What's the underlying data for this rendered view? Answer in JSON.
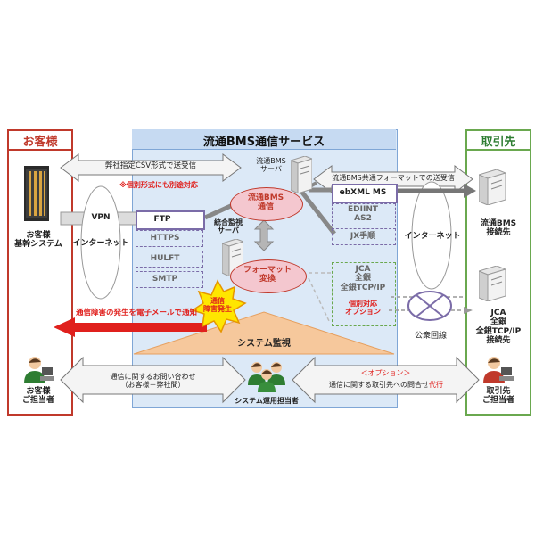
{
  "left_panel": {
    "title": "お客様",
    "system_label": "お客様\n基幹システム",
    "person_label": "お客様\nご担当者"
  },
  "center_panel": {
    "title": "流通BMS通信サービス"
  },
  "right_panel": {
    "title": "取引先",
    "server1_label": "流通BMS\n接続先",
    "server2_label": "JCA\n全銀\n全銀TCP/IP\n接続先",
    "person_label": "取引先\nご担当者"
  },
  "arrows": {
    "top_left": "弊社指定CSV形式で送受信",
    "top_left_note": "※個別形式にも別途対応",
    "top_right": "流通BMS共通フォーマットでの送受信",
    "bottom_left": "通信に関するお問い合わせ\n（お客様－弊社間）",
    "bottom_right_option": "＜オプション＞",
    "bottom_right_main": "通信に関する取引先への問合せ",
    "bottom_right_highlight": "代行",
    "email_notice": "通信障害の発生を電子メールで通知"
  },
  "network": {
    "vpn": "VPN",
    "internet_left": "インターネット",
    "internet_right": "インターネット",
    "public_line": "公衆回線"
  },
  "server_labels": {
    "bms_server": "流通BMS\nサーバ",
    "monitor_server": "統合監視\nサーバ"
  },
  "protocols_left": [
    "FTP",
    "HTTPS",
    "HULFT",
    "SMTP"
  ],
  "protocols_right": [
    "ebXML MS",
    "EDIINT\nAS2",
    "JX手順"
  ],
  "protocols_option": {
    "lines": "JCA\n全銀\n全銀TCP/IP",
    "option_label": "個別対応\nオプション"
  },
  "ellipses": {
    "bms_comm": "流通BMS\n通信",
    "format_conv": "フォーマット\n変換"
  },
  "alerts": {
    "failure": "通信\n障害発生",
    "system_monitor": "システム監視",
    "operators": "システム運用担当者"
  },
  "colors": {
    "red": "#c0392b",
    "green": "#6aa84f",
    "blue_bg": "#dce9f7",
    "blue_border": "#7fa6d6",
    "purple": "#7b6ca8"
  }
}
